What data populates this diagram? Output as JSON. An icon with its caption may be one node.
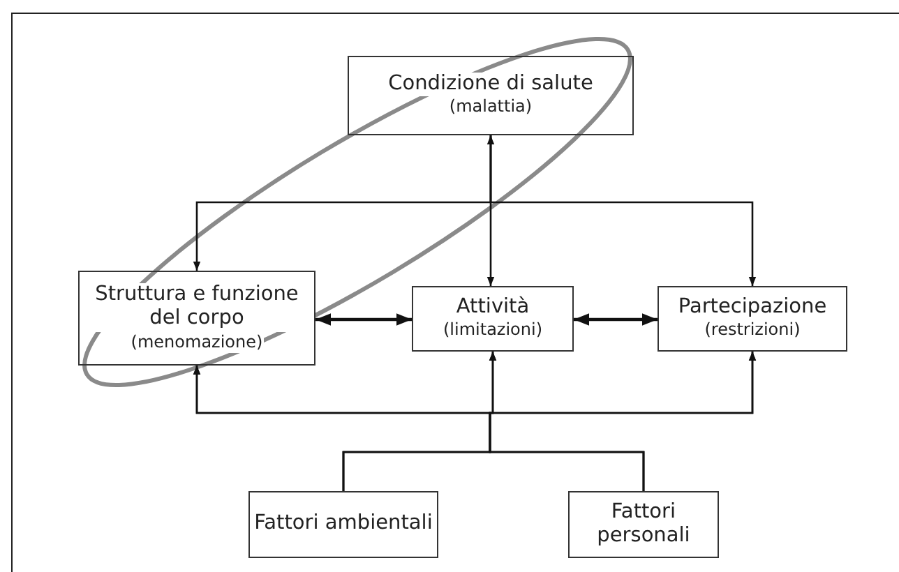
{
  "diagram": {
    "nodes": [
      {
        "text": [
          "Condizione di salute",
          "(malattia)"
        ]
      },
      {
        "text": [
          "Struttura e funzione del corpo",
          "(menomazione)"
        ]
      },
      {
        "text": [
          "Attività",
          "(limitazioni)"
        ]
      },
      {
        "text": [
          "Partecipazione",
          "(restrizioni)"
        ]
      },
      {
        "text": [
          "Fattori ambientali"
        ]
      },
      {
        "text": [
          "Fattori personali"
        ]
      }
    ],
    "edges": [
      {
        "from": 0,
        "to": 1,
        "arrow": "to"
      },
      {
        "from": 0,
        "to": 2,
        "arrow": "both"
      },
      {
        "from": 0,
        "to": 3,
        "arrow": "to"
      },
      {
        "from": 1,
        "to": 2,
        "arrow": "both"
      },
      {
        "from": 2,
        "to": 3,
        "arrow": "both"
      },
      {
        "from": 4,
        "to": 1,
        "arrow": "to"
      },
      {
        "from": 4,
        "to": 2,
        "arrow": "to"
      },
      {
        "from": 4,
        "to": 3,
        "arrow": "to"
      },
      {
        "from": 5,
        "to": 1,
        "arrow": "to"
      },
      {
        "from": 5,
        "to": 2,
        "arrow": "to"
      },
      {
        "from": 5,
        "to": 3,
        "arrow": "to"
      }
    ]
  }
}
